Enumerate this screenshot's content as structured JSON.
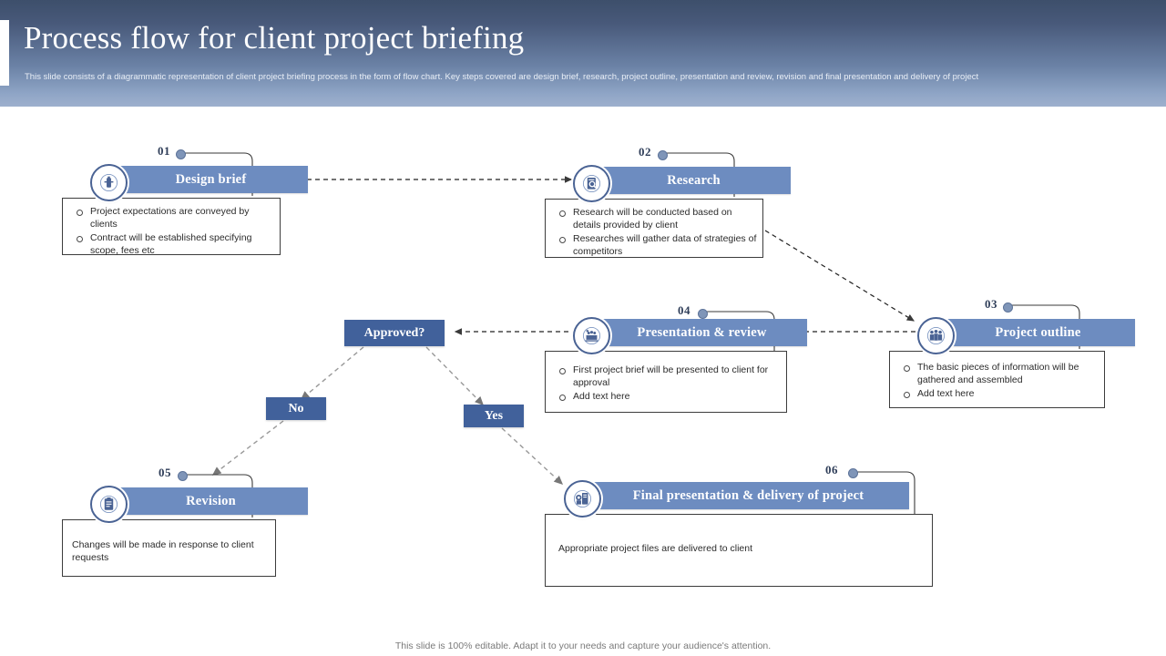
{
  "header": {
    "title": "Process flow for client project briefing",
    "subtitle": "This slide consists of a diagrammatic representation of client project briefing process in the form of flow chart. Key steps covered are design brief, research, project outline, presentation and review, revision and final presentation and delivery of project"
  },
  "footer": {
    "note": "This slide is 100% editable. Adapt it to your needs and capture your audience's attention."
  },
  "colors": {
    "header_bar": "#6d8cc0",
    "decision_box": "#41619b",
    "icon_ring": "#4a6394",
    "number_text": "#2f3e59",
    "dot": "#7f95b8"
  },
  "steps": [
    {
      "number": "01",
      "title": "Design brief",
      "icon": "design-brief-icon",
      "bullets": [
        "Project expectations are conveyed by clients",
        "Contract will be established specifying scope, fees etc"
      ]
    },
    {
      "number": "02",
      "title": "Research",
      "icon": "research-document-magnifier-icon",
      "bullets": [
        "Research will be conducted based on details provided by client",
        "Researches will gather data of strategies of competitors"
      ]
    },
    {
      "number": "03",
      "title": "Project outline",
      "icon": "team-people-icon",
      "bullets": [
        "The basic pieces of information will be gathered and assembled",
        "Add text here"
      ]
    },
    {
      "number": "04",
      "title": "Presentation & review",
      "icon": "presentation-audience-icon",
      "bullets": [
        "First project brief will be presented to client for approval",
        "Add text here"
      ]
    },
    {
      "number": "05",
      "title": "Revision",
      "icon": "clipboard-revision-icon",
      "bullets": [],
      "paragraph": "Changes will be made in response to client requests"
    },
    {
      "number": "06",
      "title": "Final presentation & delivery of project",
      "icon": "delivery-files-icon",
      "bullets": [],
      "paragraph": "Appropriate project files are delivered to client"
    }
  ],
  "decision": {
    "question": "Approved?",
    "branch_no": "No",
    "branch_yes": "Yes"
  }
}
